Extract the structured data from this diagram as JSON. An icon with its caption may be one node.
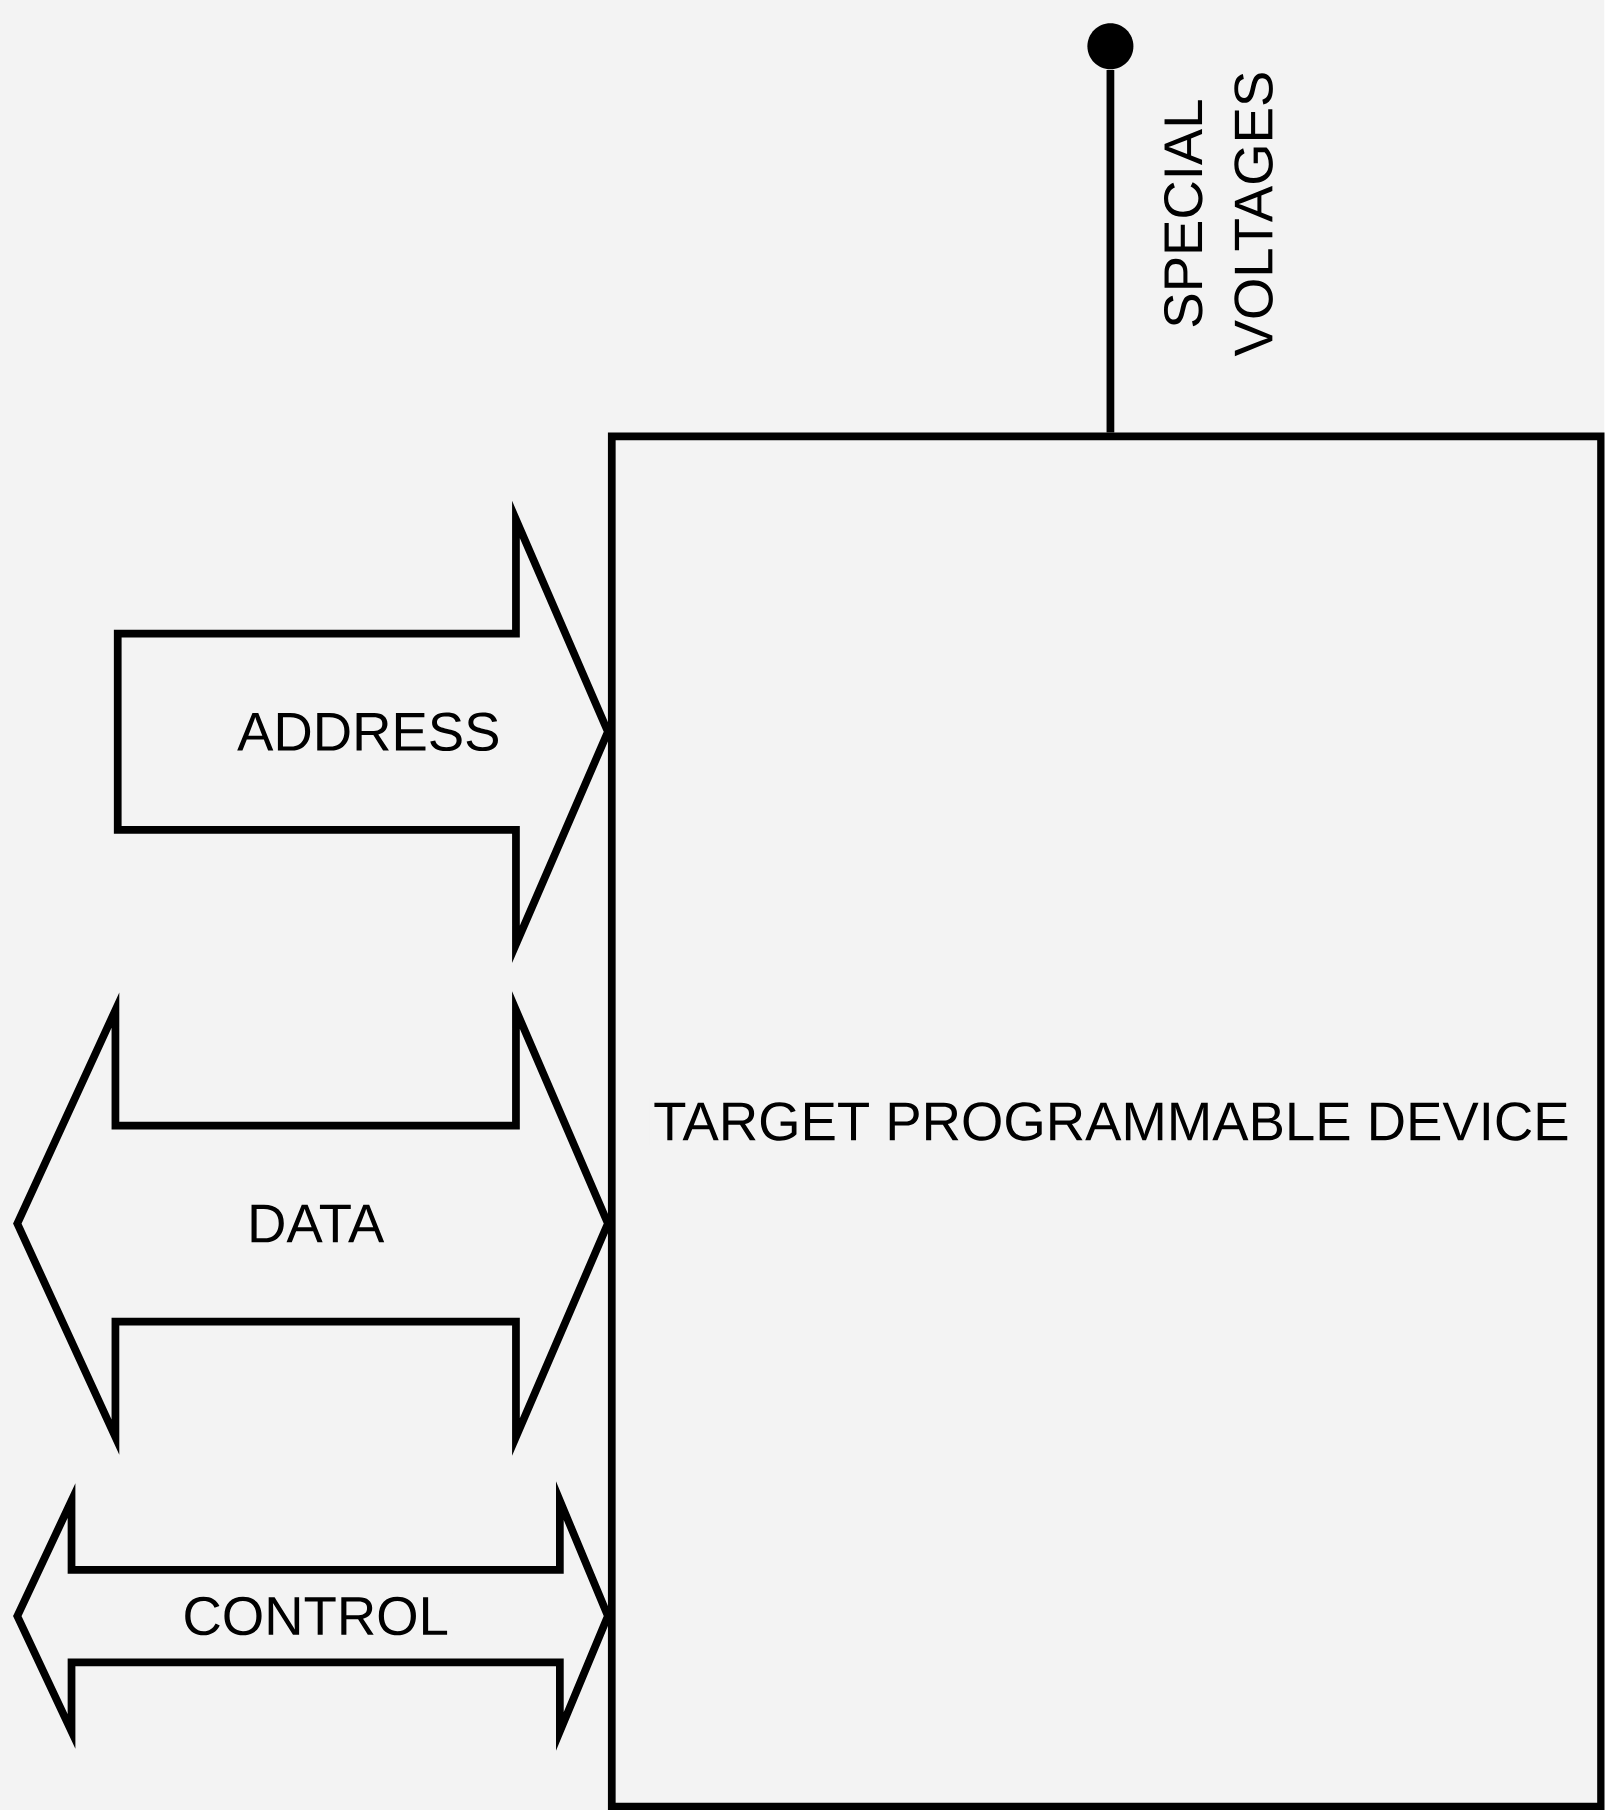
{
  "diagram": {
    "nodes": [
      {
        "text": [
          "TARGET PROGRAMMABLE DEVICE"
        ]
      },
      {
        "text": [],
        "shape": "circle",
        "beside": [
          "SPECIAL VOLTAGES"
        ]
      }
    ],
    "edges": [
      {
        "from": 1,
        "to": 0,
        "arrow": "none"
      },
      {
        "from": null,
        "to": 0,
        "arrow": "to",
        "label": "ADDRESS",
        "style": "thick"
      },
      {
        "from": null,
        "to": 0,
        "arrow": "both",
        "label": "DATA",
        "style": "thick"
      },
      {
        "from": null,
        "to": 0,
        "arrow": "both",
        "label": "CONTROL",
        "style": "thick"
      }
    ]
  }
}
